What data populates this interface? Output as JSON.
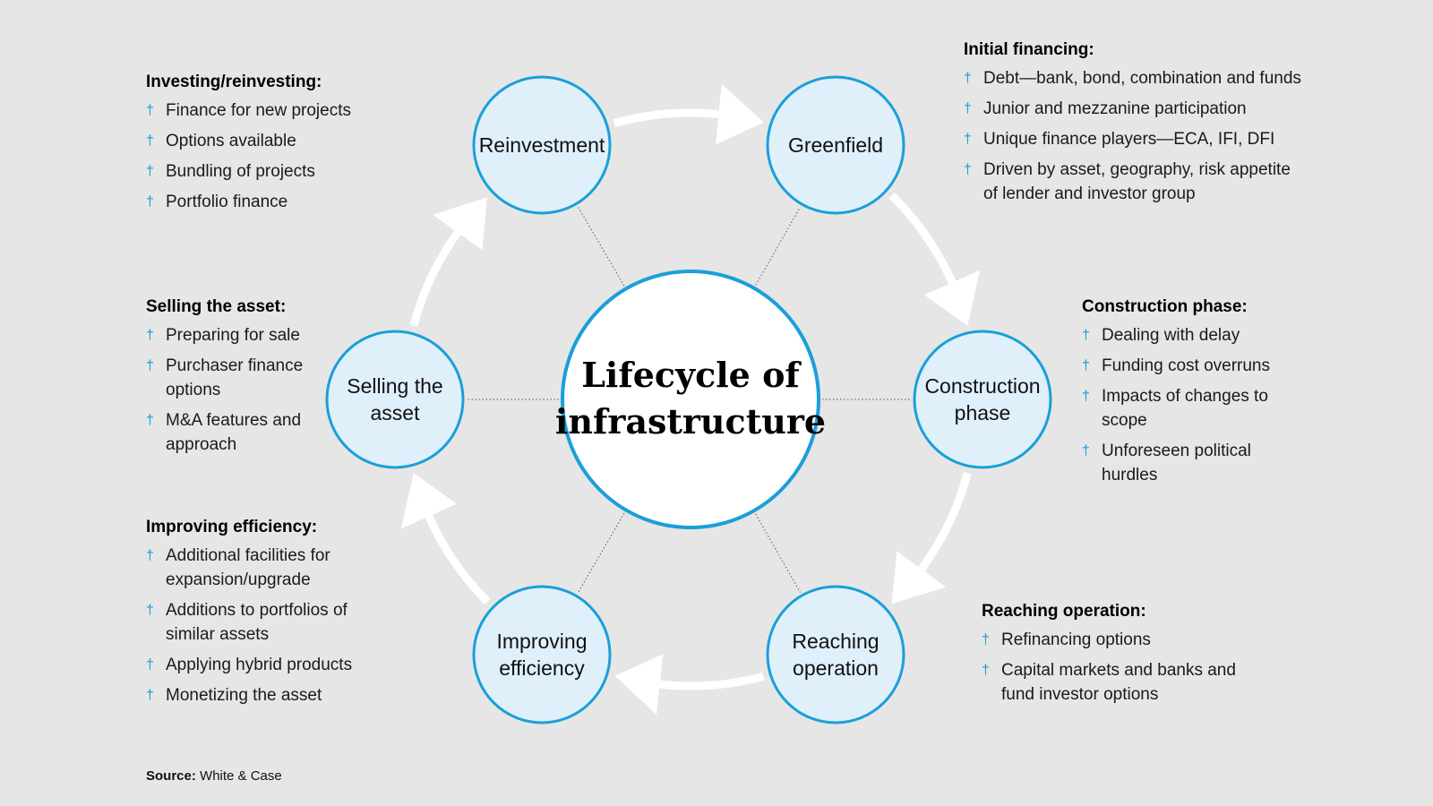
{
  "title": "Lifecycle of infrastructure",
  "title_lines": [
    "Lifecycle of",
    "infrastructure"
  ],
  "colors": {
    "background": "#e6e6e6",
    "node_fill": "#dff0fb",
    "node_stroke": "#1a9fd9",
    "center_fill": "#ffffff",
    "arrow": "#ffffff",
    "bullet": "#1a9fd9"
  },
  "bullet_icon": "†",
  "nodes": [
    {
      "id": "reinvestment",
      "lines": [
        "Reinvestment"
      ]
    },
    {
      "id": "greenfield",
      "lines": [
        "Greenfield"
      ]
    },
    {
      "id": "construction",
      "lines": [
        "Construction",
        "phase"
      ]
    },
    {
      "id": "reaching",
      "lines": [
        "Reaching",
        "operation"
      ]
    },
    {
      "id": "improving",
      "lines": [
        "Improving",
        "efficiency"
      ]
    },
    {
      "id": "selling",
      "lines": [
        "Selling the",
        "asset"
      ]
    }
  ],
  "panels": {
    "investing": {
      "heading": "Investing/reinvesting:",
      "items": [
        "Finance for new projects",
        "Options available",
        "Bundling of projects",
        "Portfolio finance"
      ]
    },
    "initial": {
      "heading": "Initial financing:",
      "items": [
        "Debt—bank, bond, combination and funds",
        "Junior and mezzanine participation",
        "Unique finance players—ECA, IFI, DFI",
        "Driven by asset, geography, risk appetite of lender and investor group"
      ]
    },
    "selling": {
      "heading": "Selling the asset:",
      "items": [
        "Preparing for sale",
        "Purchaser finance options",
        "M&A features and approach"
      ]
    },
    "construction": {
      "heading": "Construction phase:",
      "items": [
        "Dealing with delay",
        "Funding cost overruns",
        "Impacts of changes to scope",
        "Unforeseen political hurdles"
      ]
    },
    "improving": {
      "heading": "Improving efficiency:",
      "items": [
        "Additional facilities for expansion/upgrade",
        "Additions to portfolios of similar assets",
        "Applying hybrid products",
        "Monetizing the asset"
      ]
    },
    "reaching": {
      "heading": "Reaching operation:",
      "items": [
        "Refinancing options",
        "Capital markets and banks and fund investor options"
      ]
    }
  },
  "source": {
    "label": "Source:",
    "value": "White & Case"
  }
}
